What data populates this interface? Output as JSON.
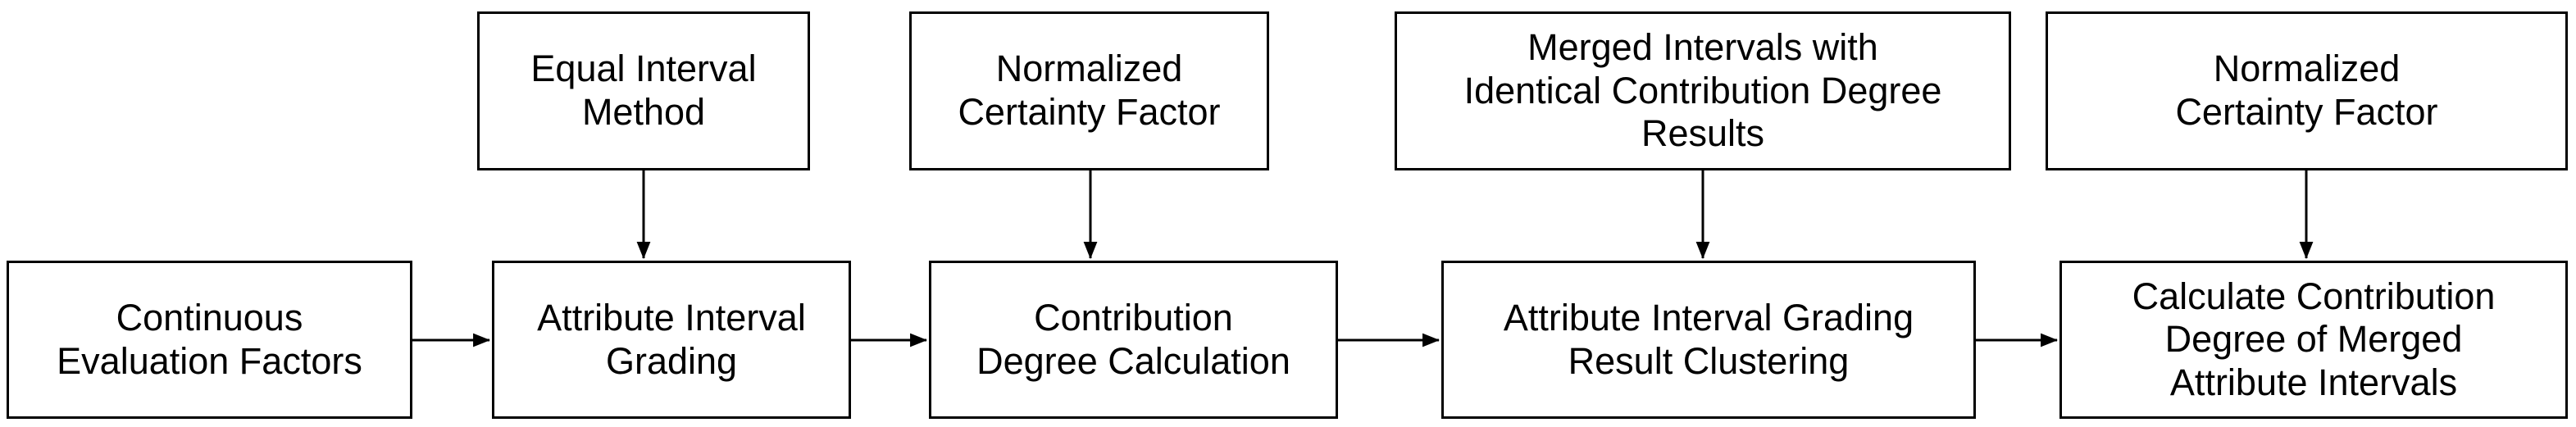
{
  "diagram": {
    "type": "flowchart",
    "background_color": "#ffffff",
    "line_color": "#000000",
    "text_color": "#000000",
    "nodes": {
      "t1": {
        "label": "Equal Interval\nMethod"
      },
      "t2": {
        "label": "Normalized\nCertainty Factor"
      },
      "t3": {
        "label": "Merged Intervals with\nIdentical Contribution Degree\nResults"
      },
      "t4": {
        "label": "Normalized\nCertainty Factor"
      },
      "b1": {
        "label": "Continuous\nEvaluation Factors"
      },
      "b2": {
        "label": "Attribute Interval\nGrading"
      },
      "b3": {
        "label": "Contribution\nDegree Calculation"
      },
      "b4": {
        "label": "Attribute Interval Grading\nResult Clustering"
      },
      "b5": {
        "label": "Calculate Contribution\nDegree of Merged\nAttribute Intervals"
      }
    },
    "connections": [
      {
        "from": "continuous-evaluation-factors",
        "to": "attribute-interval-grading",
        "direction": "right"
      },
      {
        "from": "attribute-interval-grading",
        "to": "contribution-degree-calculation",
        "direction": "right"
      },
      {
        "from": "contribution-degree-calculation",
        "to": "attribute-interval-grading-result-clustering",
        "direction": "right"
      },
      {
        "from": "attribute-interval-grading-result-clustering",
        "to": "calculate-contribution-degree-of-merged-attribute-intervals",
        "direction": "right"
      },
      {
        "from": "equal-interval-method",
        "to": "attribute-interval-grading",
        "direction": "down"
      },
      {
        "from": "normalized-certainty-factor-1",
        "to": "contribution-degree-calculation",
        "direction": "down"
      },
      {
        "from": "merged-intervals-with-identical-contribution-degree-results",
        "to": "attribute-interval-grading-result-clustering",
        "direction": "down"
      },
      {
        "from": "normalized-certainty-factor-2",
        "to": "calculate-contribution-degree-of-merged-attribute-intervals",
        "direction": "down"
      }
    ]
  }
}
